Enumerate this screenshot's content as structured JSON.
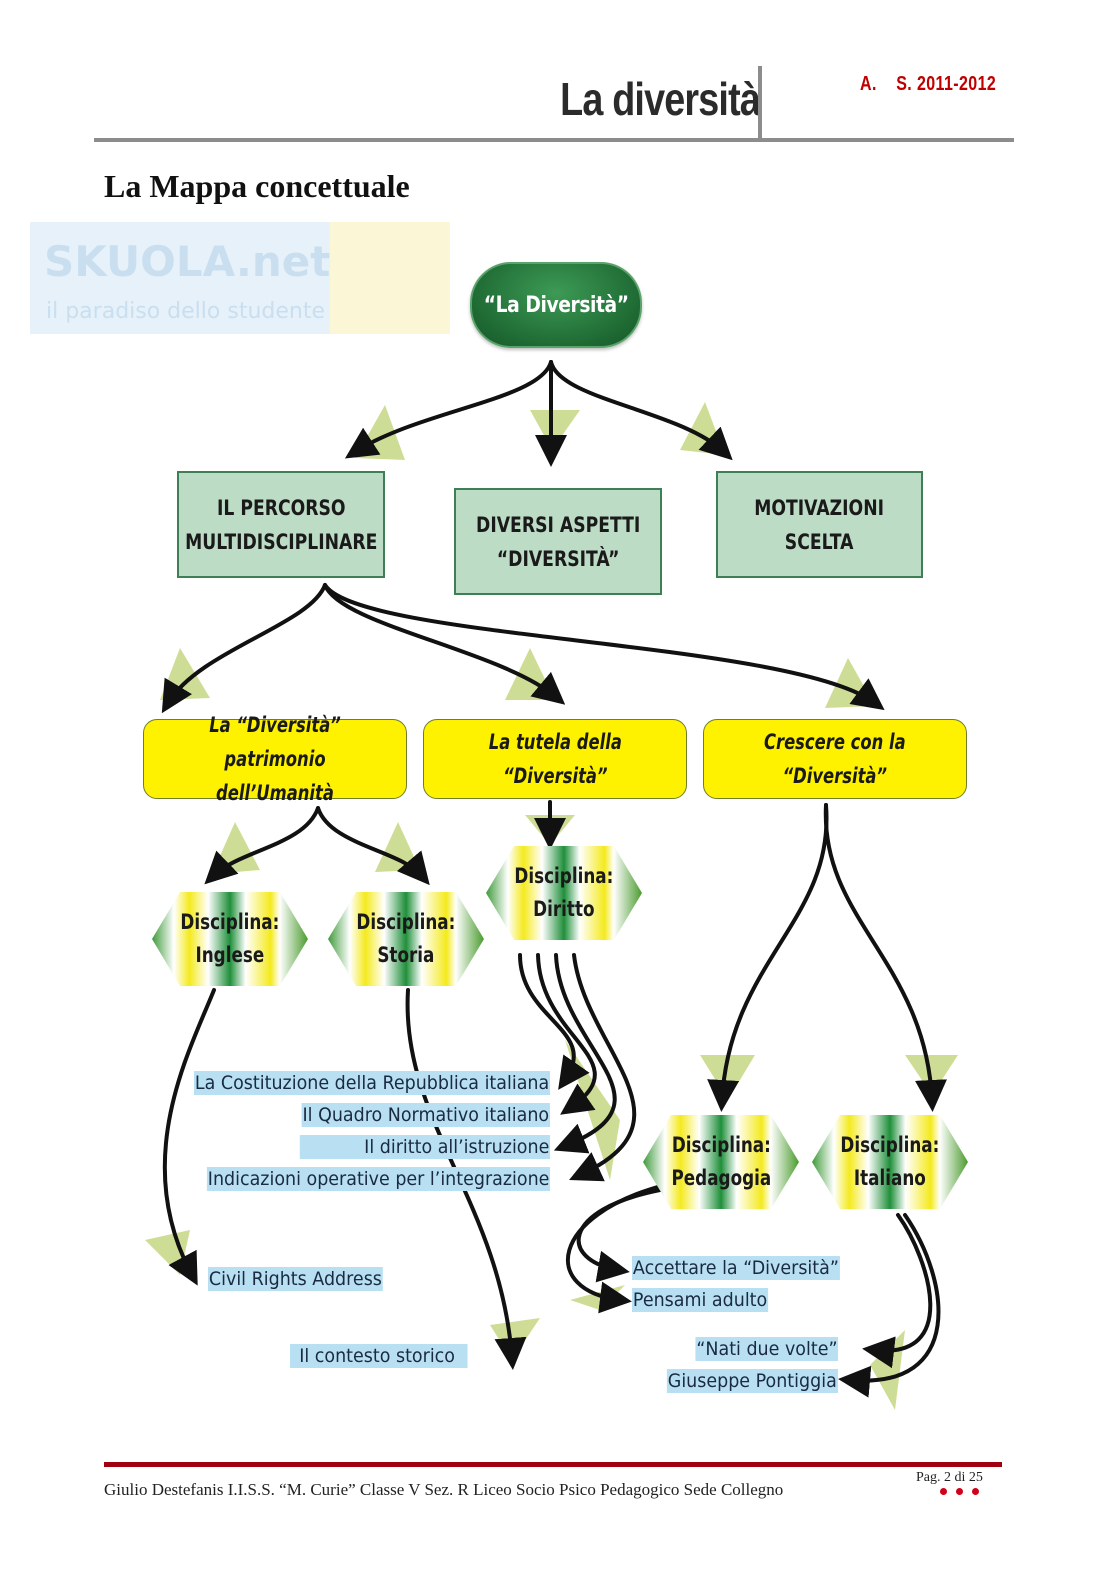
{
  "header": {
    "title": "La diversità",
    "school_year_prefix": "A.",
    "school_year": "S. 2011-2012"
  },
  "section_title": "La Mappa concettuale",
  "watermark": {
    "brand": "SKUOLA.net",
    "tagline": "il paradiso dello studente"
  },
  "concept_map": {
    "root": "“La Diversità”",
    "level1": [
      "IL PERCORSO\nMULTIDISCIPLINARE",
      "DIVERSI ASPETTI\n“DIVERSITÀ”",
      "MOTIVAZIONI\nSCELTA"
    ],
    "level2": [
      "La “Diversità”\npatrimonio dell’Umanità",
      "La tutela della\n“Diversità”",
      "Crescere con la\n“Diversità”"
    ],
    "disciplines": [
      "Disciplina:\nInglese",
      "Disciplina:\nStoria",
      "Disciplina:\nDiritto",
      "Disciplina:\nPedagogia",
      "Disciplina:\nItaliano"
    ],
    "topics_diritto": [
      "La Costituzione della Repubblica italiana",
      "Il Quadro Normativo italiano",
      "Il diritto all’istruzione",
      "Indicazioni operative per l’integrazione"
    ],
    "topic_inglese": "Civil Rights Address",
    "topic_storia": "Il contesto storico",
    "topics_pedagogia": [
      "Accettare la “Diversità”",
      "Pensami adulto"
    ],
    "topics_italiano": [
      "“Nati due volte”",
      "Giuseppe Pontiggia"
    ],
    "colors": {
      "root_green": "#1f6b34",
      "box_green": "#bcdcc6",
      "box_yellow": "#fff200",
      "highlight_blue": "#b8dff2",
      "arrow_shadow": "#c9d98a"
    }
  },
  "footer": {
    "text": "Giulio Destefanis I.I.S.S. “M. Curie” Classe V Sez. R Liceo Socio Psico Pedagogico Sede Collegno",
    "page": "Pag. 2 di 25"
  }
}
